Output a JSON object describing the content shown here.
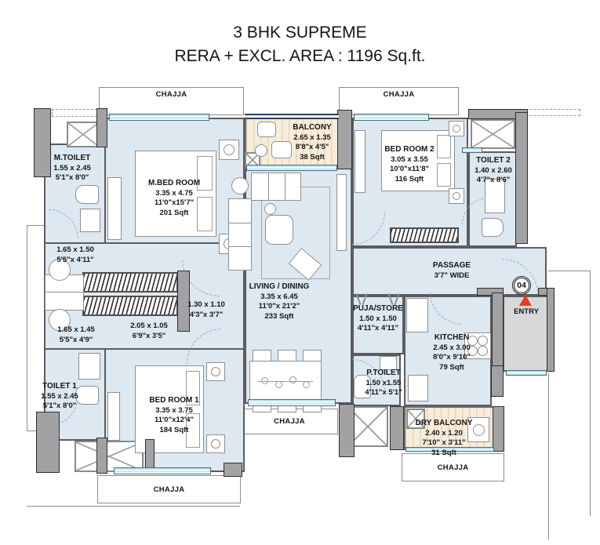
{
  "title": {
    "line1": "3 BHK SUPREME",
    "line2": "RERA + EXCL. AREA : 1196 Sq.ft."
  },
  "rooms": {
    "m_toilet": {
      "name": "M.TOILET",
      "dim_m": "1.55 x 2.45",
      "dim_ft": "5'1\"x 8'0\""
    },
    "m_bed": {
      "name": "M.BED ROOM",
      "dim_m": "3.35 x 4.75",
      "dim_ft": "11'0\"x15'7\"",
      "area": "201 Sqft"
    },
    "balcony": {
      "name": "BALCONY",
      "dim_m": "2.65 x 1.35",
      "dim_ft": "8'8\"x 4'5\"",
      "area": "38 Sqft"
    },
    "bed2": {
      "name": "BED ROOM 2",
      "dim_m": "3.05 x 3.55",
      "dim_ft": "10'0\"x11'8\"",
      "area": "116 Sqft"
    },
    "toilet2": {
      "name": "TOILET 2",
      "dim_m": "1.40 x 2.60",
      "dim_ft": "4'7\"x 8'6\""
    },
    "passage": {
      "name": "PASSAGE",
      "dim": "3'7\" WIDE"
    },
    "living": {
      "name": "LIVING / DINING",
      "dim_m": "3.35 x 6.45",
      "dim_ft": "11'0\"x 21'2\"",
      "area": "233 Sqft"
    },
    "puja": {
      "name": "PUJA/STORE",
      "dim_m": "1.50 x 1.50",
      "dim_ft": "4'11\"x 4'11\""
    },
    "kitchen": {
      "name": "KITCHEN",
      "dim_m": "2.45 x 3.00",
      "dim_ft": "8'0\"x 9'10\"",
      "area": "79 Sqft"
    },
    "p_toilet": {
      "name": "P.TOILET",
      "dim_m": "1.50 x1.55",
      "dim_ft": "4'11\"x 5'1\""
    },
    "toilet1": {
      "name": "TOILET 1",
      "dim_m": "1.55 x 2.45",
      "dim_ft": "5'1\"x 8'0\""
    },
    "bed1": {
      "name": "BED ROOM 1",
      "dim_m": "3.35 x 3.75",
      "dim_ft": "11'0\"x12'4\"",
      "area": "184 Sqft"
    },
    "dry_balcony": {
      "name": "DRY BALCONY",
      "dim_m": "2.40 x 1.20",
      "dim_ft": "7'10\" x 3'11\"",
      "area": "31 Sqft"
    }
  },
  "lobby_dims": [
    {
      "dim_m": "1.65 x 1.50",
      "dim_ft": "5'5\"x 4'11\""
    },
    {
      "dim_m": "2.05 x 1.05",
      "dim_ft": "6'9\"x 3'5\""
    },
    {
      "dim_m": "1.30 x 1.10",
      "dim_ft": "4'3\"x 3'7\""
    },
    {
      "dim_m": "1.65 x 1.45",
      "dim_ft": "5'5\"x 4'9\""
    }
  ],
  "chajja": {
    "label": "CHAJJA"
  },
  "entry": {
    "number": "04",
    "label": "ENTRY"
  },
  "colors": {
    "floor": "#dde8f1",
    "wall": "#a2a2a5",
    "window": "#b9e7f1",
    "balcony_floor": "#f8ecdb",
    "entry_floor": "#d8d8da",
    "entry_arrow": "#e63e23"
  }
}
